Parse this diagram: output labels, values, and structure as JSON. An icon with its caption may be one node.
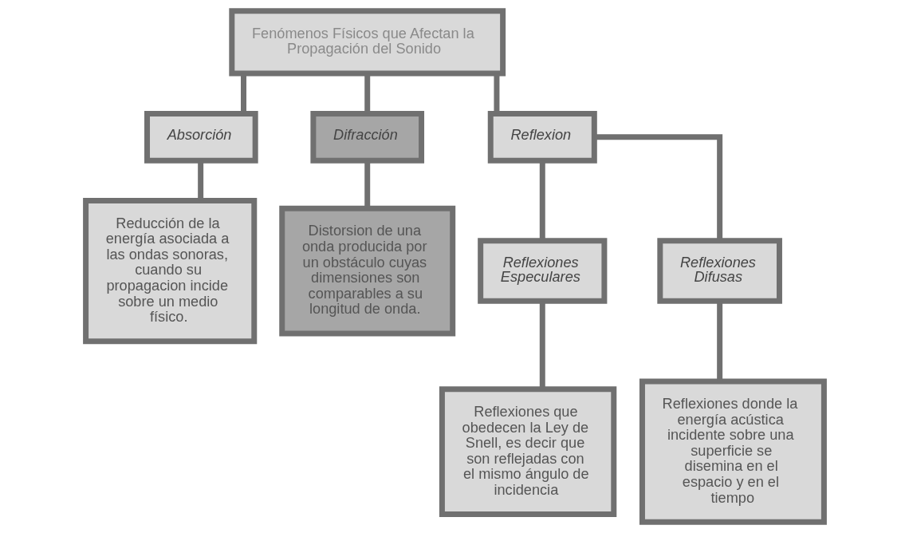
{
  "diagram": {
    "nodes": [
      {
        "text": [
          "Fenómenos Físicos que Afectan la Propagación del Sonido"
        ]
      },
      {
        "text": [
          "Absorción"
        ]
      },
      {
        "text": [
          "Difracción"
        ]
      },
      {
        "text": [
          "Reflexion"
        ]
      },
      {
        "text": [
          "Reducción de la energía asociada a las ondas sonoras, cuando su propagacion incide sobre un medio físico."
        ]
      },
      {
        "text": [
          "Distorsion de una onda producida por un obstáculo cuyas dimensiones son comparables a su longitud de onda."
        ]
      },
      {
        "text": [
          "Reflexiones Especulares"
        ]
      },
      {
        "text": [
          "Reflexiones Difusas"
        ]
      },
      {
        "text": [
          "Reflexiones que obedecen la Ley de Snell, es decir que son reflejadas con el mismo ángulo de incidencia"
        ]
      },
      {
        "text": [
          "Reflexiones donde la energía acústica incidente sobre una superficie se disemina en el espacio y en el tiempo"
        ]
      }
    ],
    "edges": [
      {
        "from": 0,
        "to": 1,
        "arrow": "none"
      },
      {
        "from": 0,
        "to": 2,
        "arrow": "none"
      },
      {
        "from": 0,
        "to": 3,
        "arrow": "none"
      },
      {
        "from": 1,
        "to": 4,
        "arrow": "none"
      },
      {
        "from": 2,
        "to": 5,
        "arrow": "none"
      },
      {
        "from": 3,
        "to": 6,
        "arrow": "none"
      },
      {
        "from": 3,
        "to": 7,
        "arrow": "none"
      },
      {
        "from": 6,
        "to": 8,
        "arrow": "none"
      },
      {
        "from": 7,
        "to": 9,
        "arrow": "none"
      }
    ]
  }
}
